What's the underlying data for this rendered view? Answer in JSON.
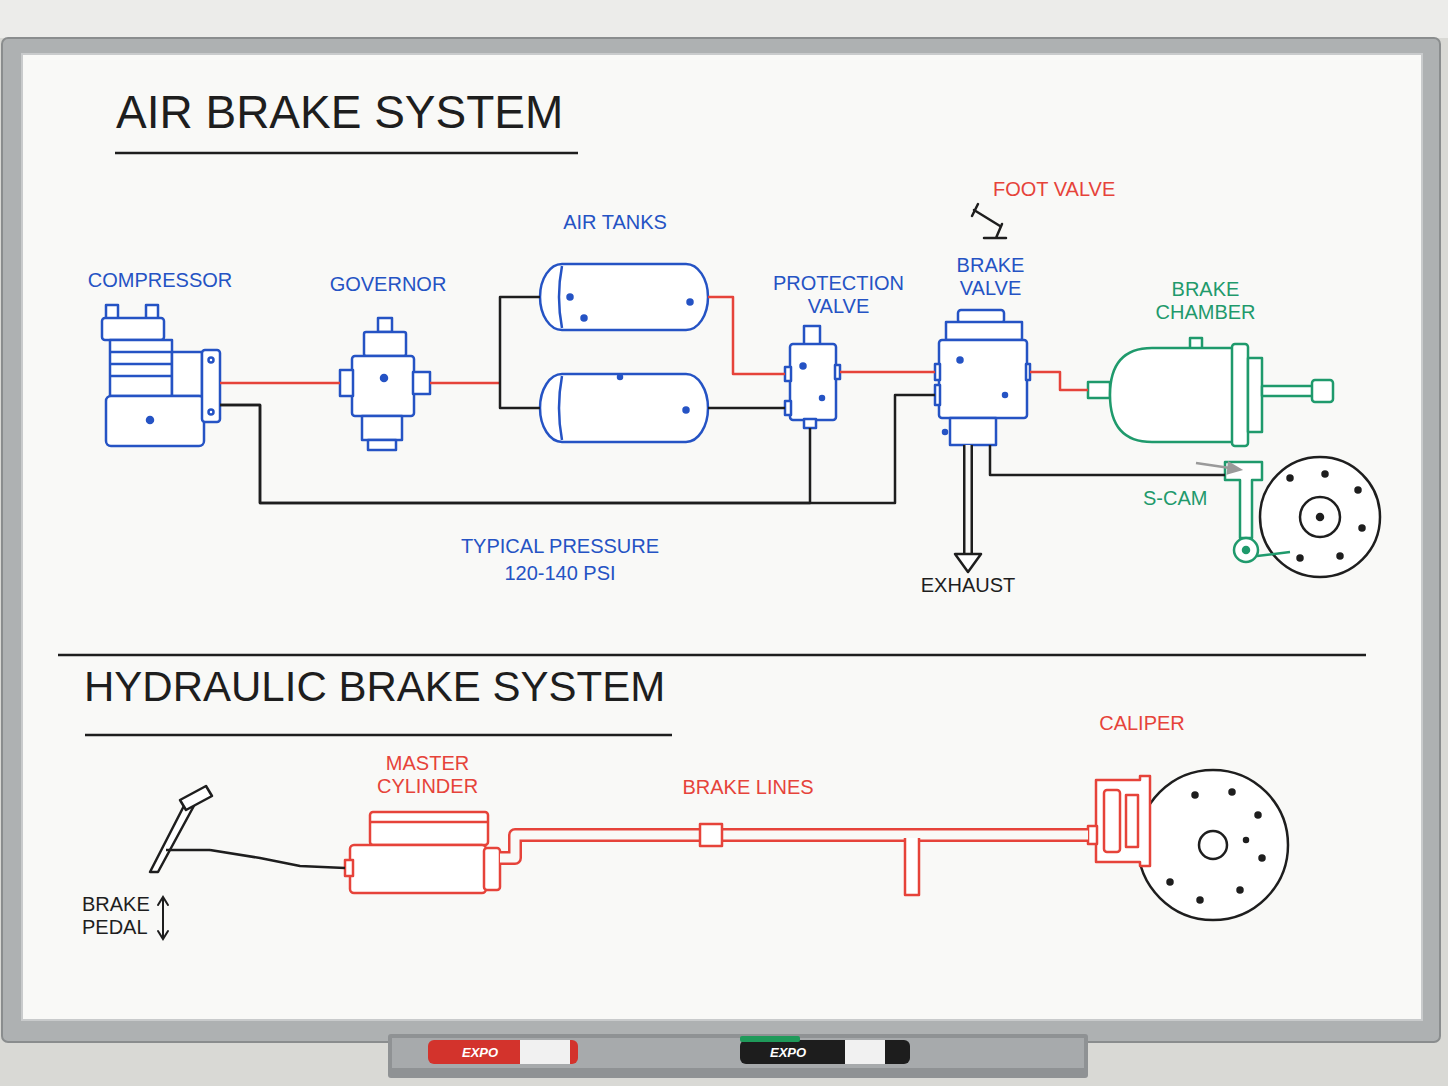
{
  "diagram": {
    "nodes": [
      {
        "text": [
          "COMPRESSOR"
        ]
      },
      {
        "text": [
          "GOVERNOR"
        ]
      },
      {
        "text": [
          "AIR TANKS"
        ]
      },
      {
        "text": [
          "PROTECTION VALVE"
        ]
      },
      {
        "text": [
          "BRAKE VALVE"
        ]
      },
      {
        "text": [
          "BRAKE CHAMBER"
        ]
      },
      {
        "text": [
          "S-CAM"
        ]
      },
      {
        "text": [
          "EXHAUST"
        ]
      },
      {
        "text": [
          "BRAKE PEDAL"
        ]
      },
      {
        "text": [
          "MASTER CYLINDER"
        ]
      },
      {
        "text": [
          "CALIPER"
        ]
      }
    ],
    "edges": [
      {
        "from": 0,
        "to": 1,
        "arrow": "none"
      },
      {
        "from": 1,
        "to": 2,
        "arrow": "none"
      },
      {
        "from": 2,
        "to": 3,
        "arrow": "none"
      },
      {
        "from": 3,
        "to": 4,
        "arrow": "none"
      },
      {
        "from": 0,
        "to": 3,
        "arrow": "none"
      },
      {
        "from": 0,
        "to": 4,
        "arrow": "none"
      },
      {
        "from": 4,
        "to": 5,
        "arrow": "none"
      },
      {
        "from": 4,
        "to": 6,
        "arrow": "none"
      },
      {
        "from": 4,
        "to": 7,
        "arrow": "to"
      },
      {
        "from": 8,
        "to": 9,
        "arrow": "none"
      },
      {
        "from": 9,
        "to": 10,
        "label": "BRAKE LINES",
        "arrow": "none"
      }
    ],
    "labels": [
      "AIR BRAKE SYSTEM",
      "FOOT VALVE",
      "TYPICAL PRESSURE 120-140 PSI",
      "HYDRAULIC BRAKE SYSTEM",
      "EXPO",
      "EXPO"
    ]
  }
}
